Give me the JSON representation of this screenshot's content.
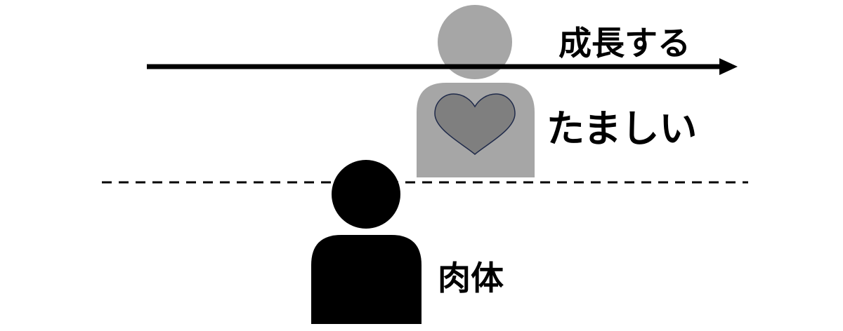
{
  "labels": {
    "growth": "成長する",
    "soul": "たましい",
    "body": "肉体"
  },
  "colors": {
    "background": "#ffffff",
    "arrow": "#000000",
    "dashed_line": "#000000",
    "soul_figure": "#a6a6a6",
    "heart_fill": "#7f7f7f",
    "heart_outline": "#1f2a4a",
    "body_figure": "#000000",
    "text": "#000000"
  }
}
